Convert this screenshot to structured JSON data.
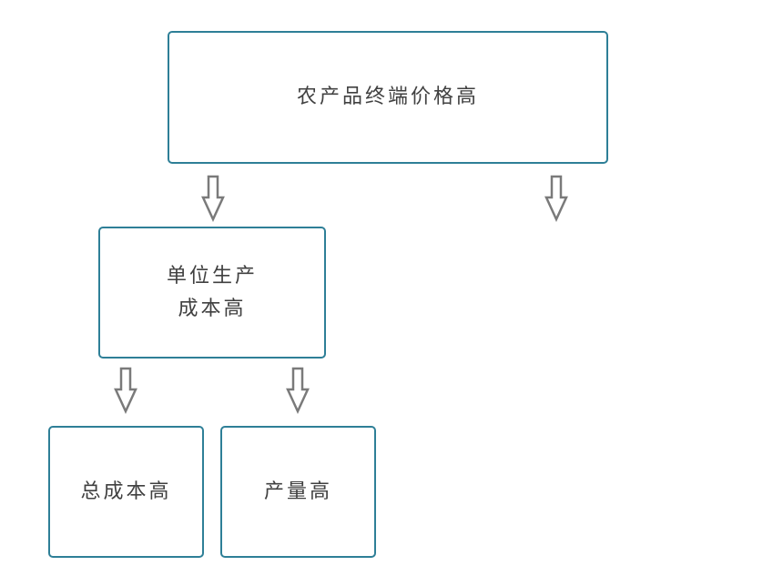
{
  "diagram": {
    "nodes": {
      "root": {
        "label": "农产品终端价格高"
      },
      "unit_cost": {
        "label": "单位生产\n成本高"
      },
      "total_cost": {
        "label": "总成本高"
      },
      "yield": {
        "label": "产量高"
      }
    },
    "edges": [
      {
        "from": "root",
        "to": "unit_cost"
      },
      {
        "from": "root",
        "to": ""
      },
      {
        "from": "unit_cost",
        "to": "total_cost"
      },
      {
        "from": "unit_cost",
        "to": "yield"
      }
    ],
    "colors": {
      "node_border": "#2e7f97",
      "arrow_stroke": "#7a7a7a",
      "text": "#404040"
    }
  }
}
